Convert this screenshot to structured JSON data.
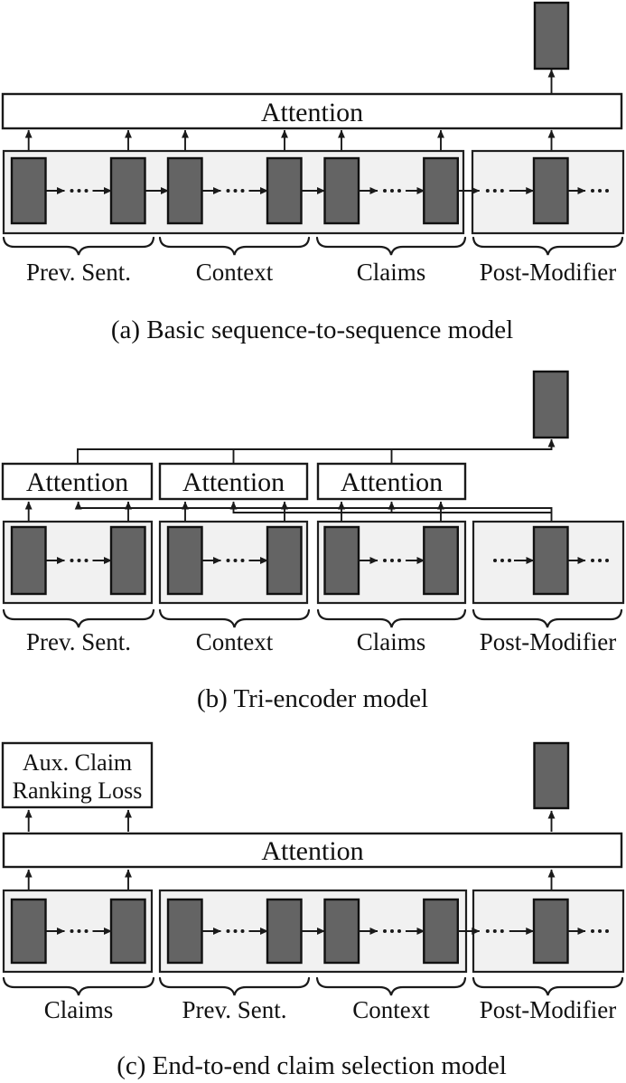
{
  "figure": {
    "attention_label": "Attention",
    "aux_box": {
      "line1": "Aux. Claim",
      "line2": "Ranking Loss"
    },
    "panels": [
      {
        "caption": "(a) Basic sequence-to-sequence model",
        "segments": [
          "Prev. Sent.",
          "Context",
          "Claims",
          "Post-Modifier"
        ]
      },
      {
        "caption": "(b) Tri-encoder model",
        "segments": [
          "Prev. Sent.",
          "Context",
          "Claims",
          "Post-Modifier"
        ]
      },
      {
        "caption": "(c) End-to-end claim selection model",
        "segments": [
          "Claims",
          "Prev. Sent.",
          "Context",
          "Post-Modifier"
        ]
      }
    ],
    "colors": {
      "state_box_fill": "#646464",
      "encoder_group_fill": "#f1f1f1",
      "line": "#1a1a1a",
      "background": "#ffffff"
    }
  }
}
